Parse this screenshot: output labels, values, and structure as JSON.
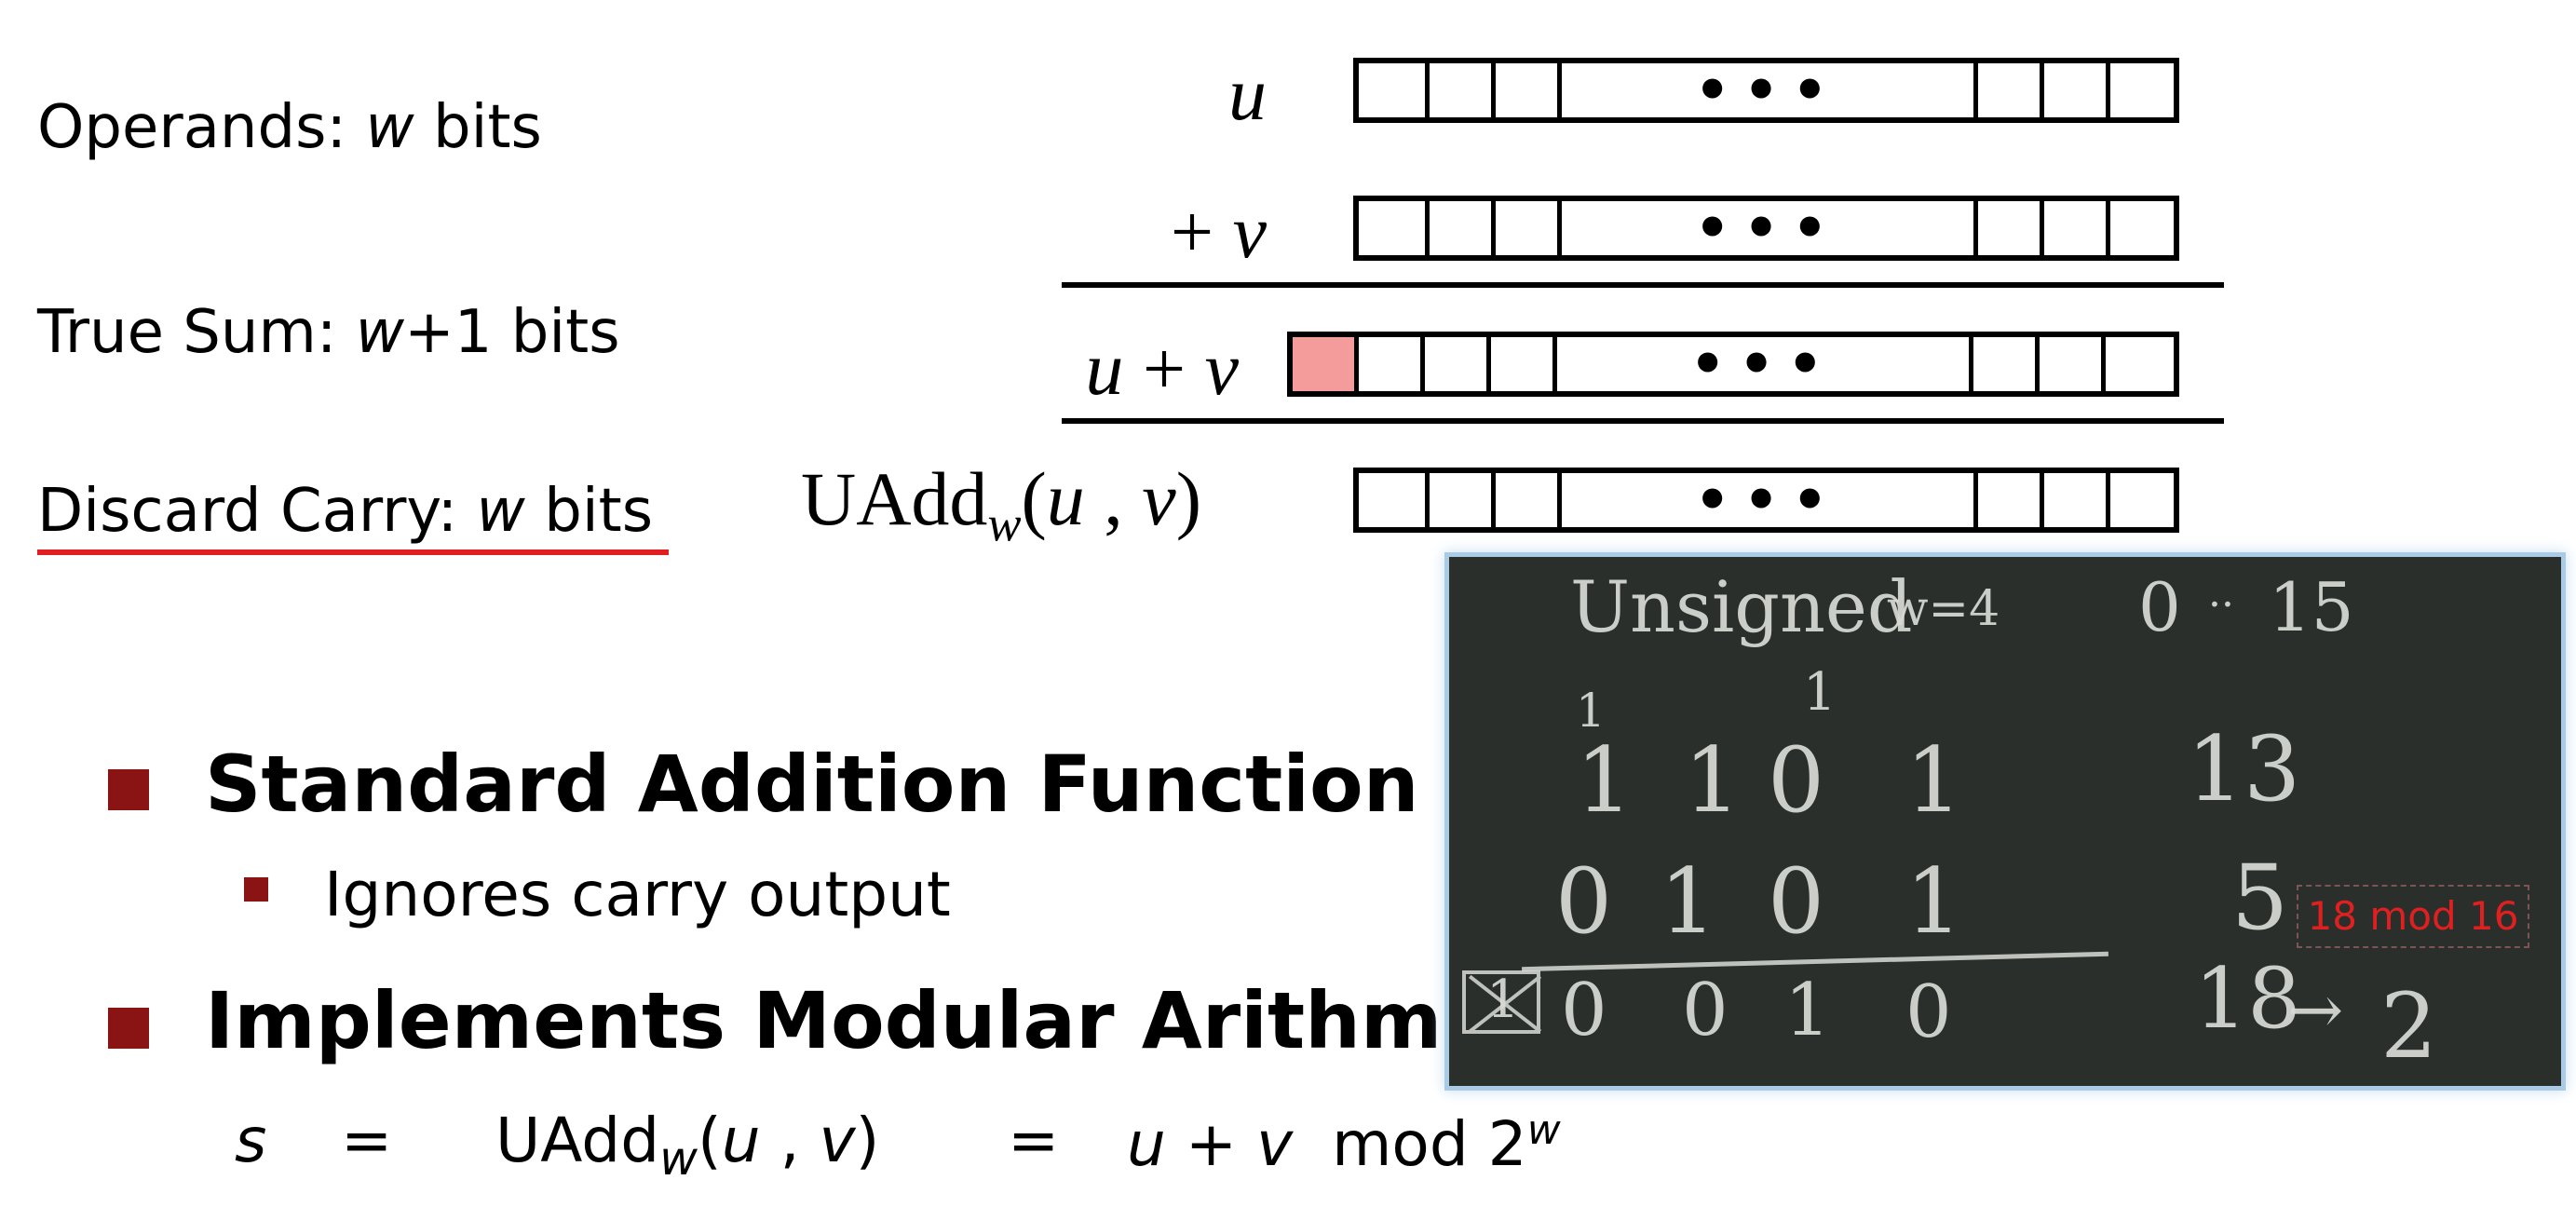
{
  "labels": {
    "operands_prefix": "Operands: ",
    "operands_var": "w",
    "operands_suffix": " bits",
    "truesum_prefix": "True Sum: ",
    "truesum_var": "w",
    "truesum_suffix": "+1 bits",
    "discard_prefix": "Discard Carry: ",
    "discard_var": "w",
    "discard_suffix": " bits"
  },
  "rows": {
    "u": "u",
    "plus": "+",
    "v": "v",
    "sum_u": "u",
    "sum_plus": "+",
    "sum_v": "v",
    "uadd": "UAdd",
    "uadd_sub": "w",
    "uadd_open": "(",
    "uadd_u": "u",
    "uadd_sep": " , ",
    "uadd_v": "v",
    "uadd_close": ")",
    "ellipsis": "•••"
  },
  "bullets": {
    "b1": "Standard Addition Function",
    "b1_sub": "Ignores carry output",
    "b2": "Implements Modular Arithmetic"
  },
  "formula": {
    "s": "s",
    "eq1": "=",
    "uadd": "UAdd",
    "sub": "w",
    "open": "(",
    "u": "u",
    "sep": " , ",
    "v": "v",
    "close": ")",
    "eq2": "=",
    "u2": "u",
    "plus": " + ",
    "v2": "v",
    "mod": "mod 2",
    "exp": "w"
  },
  "board": {
    "title": "Unsigned",
    "w": "w=4",
    "range_lo": "0",
    "range_dots": "··",
    "range_hi": "15",
    "carry1": "1",
    "carry2": "1",
    "row1": [
      "1",
      "1",
      "0",
      "1"
    ],
    "row1_val": "13",
    "row2": [
      "0",
      "1",
      "0",
      "1"
    ],
    "row2_val": "5",
    "row3_x": "1",
    "row3": [
      "0",
      "0",
      "1",
      "0"
    ],
    "row3_val": "18",
    "row3_arrow": "→",
    "row3_res": "2",
    "note": "18 mod 16"
  },
  "colors": {
    "bullet": "#8a1414",
    "carry_bit": "#f49c9c",
    "underline": "#e02020",
    "board_bg": "#2a2f2c",
    "note_text": "#e02020"
  }
}
